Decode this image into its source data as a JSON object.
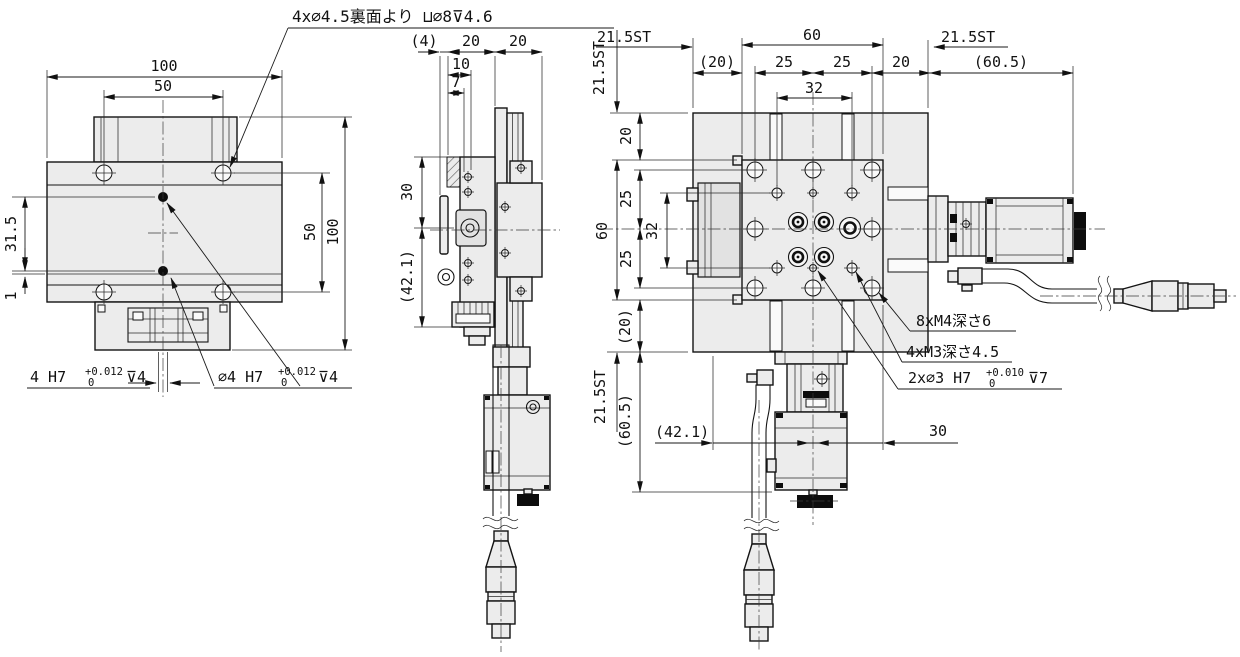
{
  "left_view": {
    "callout_counterbore": "4x∅4.5裏面より ⊔∅8⊽4.6",
    "dim_width": "100",
    "dim_hole_span": "50",
    "dim_height": "100",
    "dim_hole_span_v": "50",
    "dim_pin_offset": "31.5",
    "dim_edge_gap": "1",
    "keyway": {
      "label": "4 H7",
      "tol_upper": "+0.012",
      "tol_lower": "0",
      "depth": "⊽4"
    },
    "pin": {
      "label": "∅4 H7",
      "tol_upper": "+0.012",
      "tol_lower": "0",
      "depth": "⊽4"
    }
  },
  "side_view": {
    "dim_4": "(4)",
    "dim_20_a": "20",
    "dim_20_b": "20",
    "dim_10": "10",
    "dim_7": "7",
    "dim_30": "30",
    "dim_42_1": "(42.1)"
  },
  "plan_view": {
    "top_dims": {
      "stroke_left": "21.5ST",
      "gap_20": "(20)",
      "table_60": "60",
      "pitch_25_a": "25",
      "pitch_25_b": "25",
      "pitch_32": "32",
      "edge_20": "20",
      "stroke_right": "21.5ST",
      "overall_60_5": "(60.5)"
    },
    "left_dims": {
      "stroke_top": "21.5ST",
      "edge_20": "20",
      "table_60": "60",
      "pitch_25_a": "25",
      "pitch_32": "32",
      "pitch_25_b": "25",
      "gap_20": "(20)",
      "stroke_bottom": "21.5ST",
      "overall_60_5": "(60.5)"
    },
    "bottom_dims": {
      "offset_42_1": "(42.1)",
      "offset_30": "30"
    },
    "callouts": {
      "m4": "8xM4深さ6",
      "m3": "4xM3深さ4.5",
      "pin": {
        "label": "2x∅3 H7",
        "tol_upper": "+0.010",
        "tol_lower": "0",
        "depth": "⊽7"
      }
    }
  }
}
